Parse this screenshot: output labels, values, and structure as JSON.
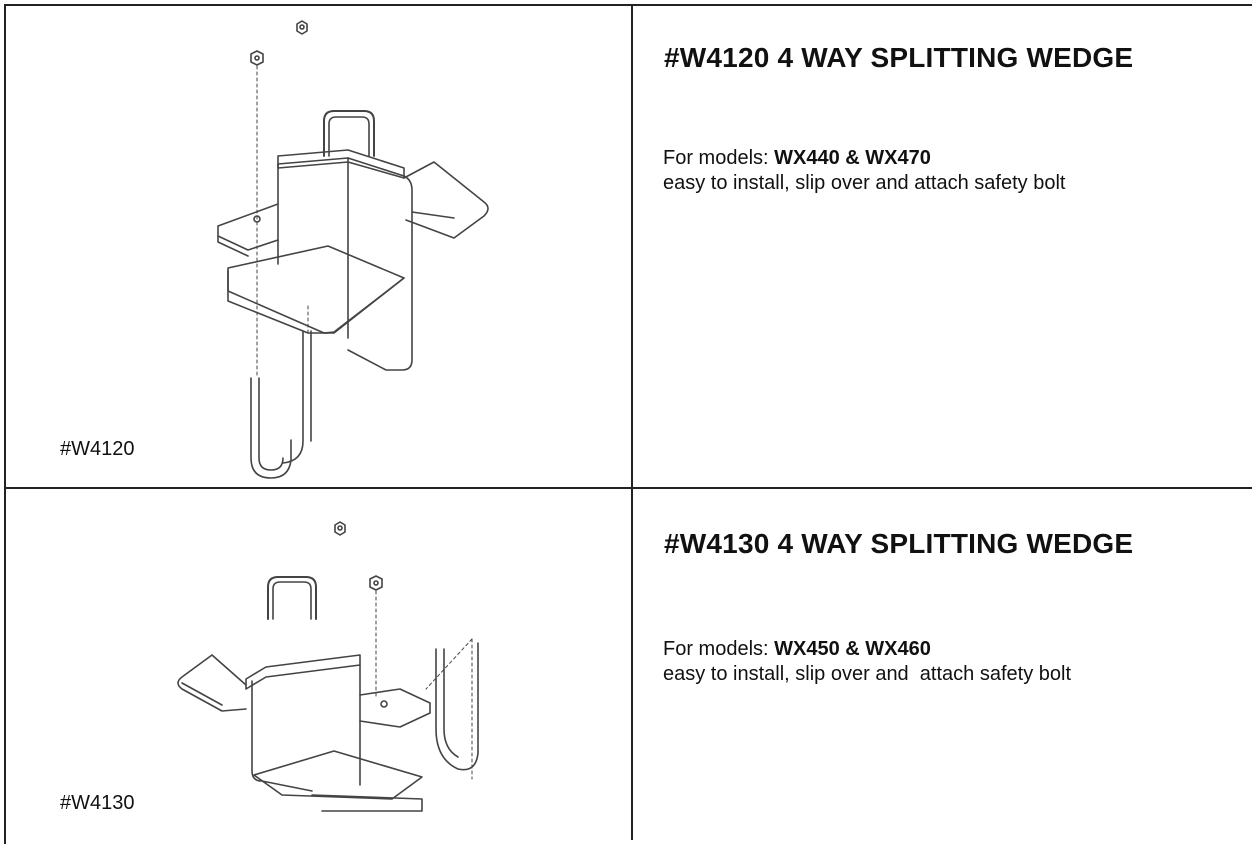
{
  "products": [
    {
      "caption": "#W4120",
      "title": "#W4120 4 WAY SPLITTING WEDGE",
      "models_prefix": "For models: ",
      "models": "WX440 & WX470",
      "description": "easy to install, slip over and attach safety bolt"
    },
    {
      "caption": "#W4130",
      "title": "#W4130 4 WAY SPLITTING WEDGE",
      "models_prefix": "For models: ",
      "models": "WX450 & WX460",
      "description": "easy to install, slip over and  attach safety bolt"
    }
  ],
  "icons": {
    "product_1": "splitting-wedge-diagram-icon",
    "product_2": "splitting-wedge-diagram-icon"
  }
}
